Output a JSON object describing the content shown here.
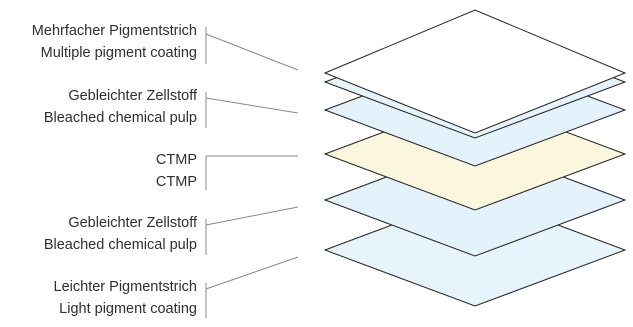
{
  "layers": [
    {
      "label_de": "Mehrfacher Pigmentstrich",
      "label_en": "Multiple pigment coating",
      "fill": "#e8f4fb"
    },
    {
      "label_de": "Gebleichter Zellstoff",
      "label_en": "Bleached chemical pulp",
      "fill": "#e4f3fb"
    },
    {
      "label_de": "CTMP",
      "label_en": "CTMP",
      "fill": "#fbf7df"
    },
    {
      "label_de": "Gebleichter Zellstoff",
      "label_en": "Bleached chemical pulp",
      "fill": "#e4f3fb"
    },
    {
      "label_de": "Leichter Pigmentstrich",
      "label_en": "Light pigment coating",
      "fill": "#e8f4fb"
    }
  ],
  "colors": {
    "stroke": "#222222",
    "leader": "#8a8a8a",
    "text": "#2f2f2f"
  }
}
